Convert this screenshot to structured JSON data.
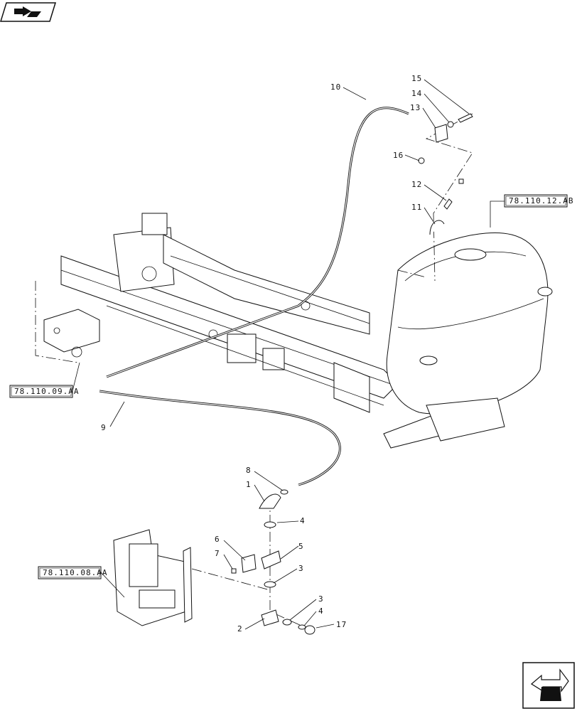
{
  "icons": {
    "top_left": "page-flip-arrow-icon",
    "bottom_right": "previous-page-arrow-icon"
  },
  "reference_labels": {
    "ref_tank": "78.110.12.AB",
    "ref_manifold": "78.110.09.AA",
    "ref_valve_block": "78.110.08.AA"
  },
  "callouts": {
    "c1": "1",
    "c2": "2",
    "c3a": "3",
    "c3b": "3",
    "c4a": "4",
    "c4b": "4",
    "c5": "5",
    "c6": "6",
    "c7": "7",
    "c8": "8",
    "c9": "9",
    "c10": "10",
    "c11": "11",
    "c12": "12",
    "c13": "13",
    "c14": "14",
    "c15": "15",
    "c16": "16",
    "c17": "17"
  }
}
